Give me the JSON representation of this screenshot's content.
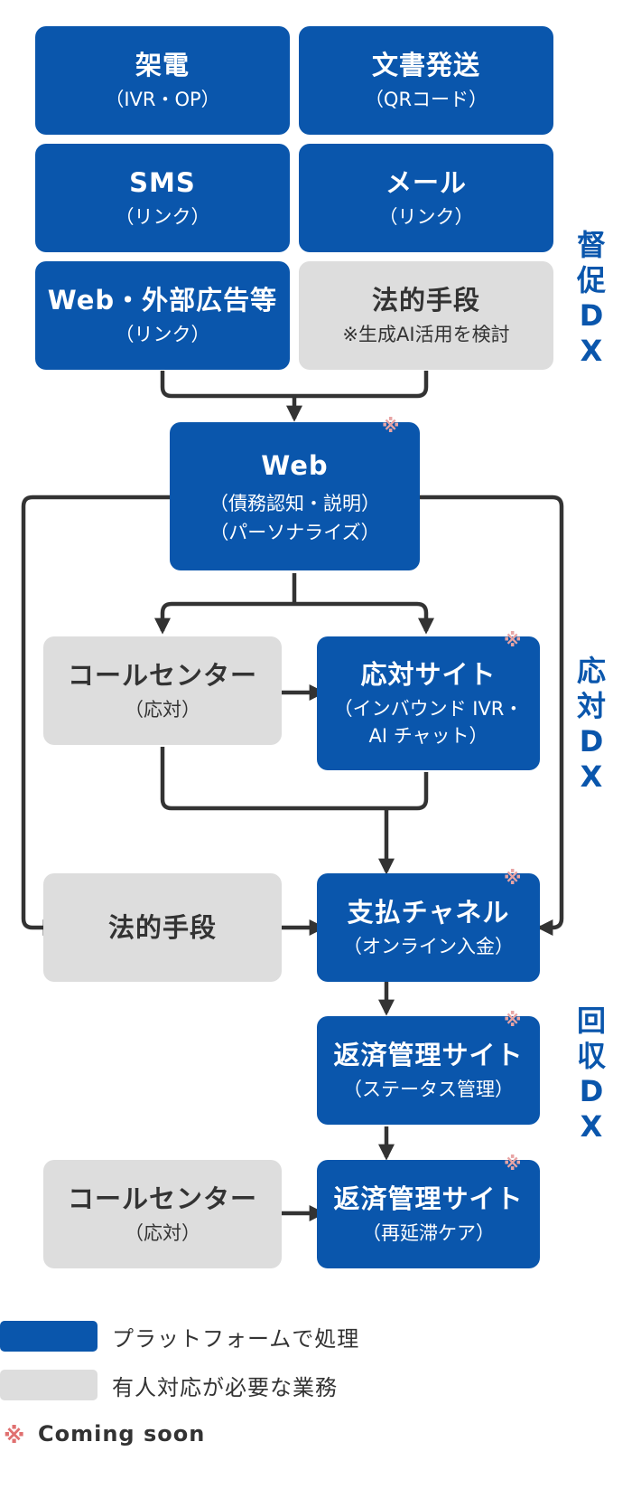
{
  "top_boxes": [
    {
      "title": "架電",
      "sub": "（IVR・OP）"
    },
    {
      "title": "文書発送",
      "sub": "（QRコード）"
    },
    {
      "title": "SMS",
      "sub": "（リンク）"
    },
    {
      "title": "メール",
      "sub": "（リンク）"
    },
    {
      "title": "Web・外部広告等",
      "sub": "（リンク）"
    },
    {
      "title": "法的手段",
      "sub": "※生成AI活用を検討"
    }
  ],
  "web_box": {
    "title": "Web",
    "sub1": "（債務認知・説明）",
    "sub2": "（パーソナライズ）"
  },
  "call_center_1": {
    "title": "コールセンター",
    "sub": "（応対）"
  },
  "response_site": {
    "title": "応対サイト",
    "sub1": "（インバウンド IVR・",
    "sub2": "AI チャット）"
  },
  "legal_2": {
    "title": "法的手段"
  },
  "payment": {
    "title": "支払チャネル",
    "sub": "（オンライン入金）"
  },
  "repay_1": {
    "title": "返済管理サイト",
    "sub": "（ステータス管理）"
  },
  "call_center_2": {
    "title": "コールセンター",
    "sub": "（応対）"
  },
  "repay_2": {
    "title": "返済管理サイト",
    "sub": "（再延滞ケア）"
  },
  "side_labels": {
    "tokusoku": [
      "督",
      "促",
      "D",
      "X"
    ],
    "outai": [
      "応",
      "対",
      "D",
      "X"
    ],
    "kaishu": [
      "回",
      "収",
      "D",
      "X"
    ]
  },
  "coming_mark": "※",
  "legend": {
    "platform": "プラットフォームで処理",
    "human": "有人対応が必要な業務",
    "coming_soon": "Coming soon"
  },
  "colors": {
    "blue": "#0a56ac",
    "gray": "#dddddd",
    "line": "#333333",
    "mark": "#e8a4a4"
  }
}
